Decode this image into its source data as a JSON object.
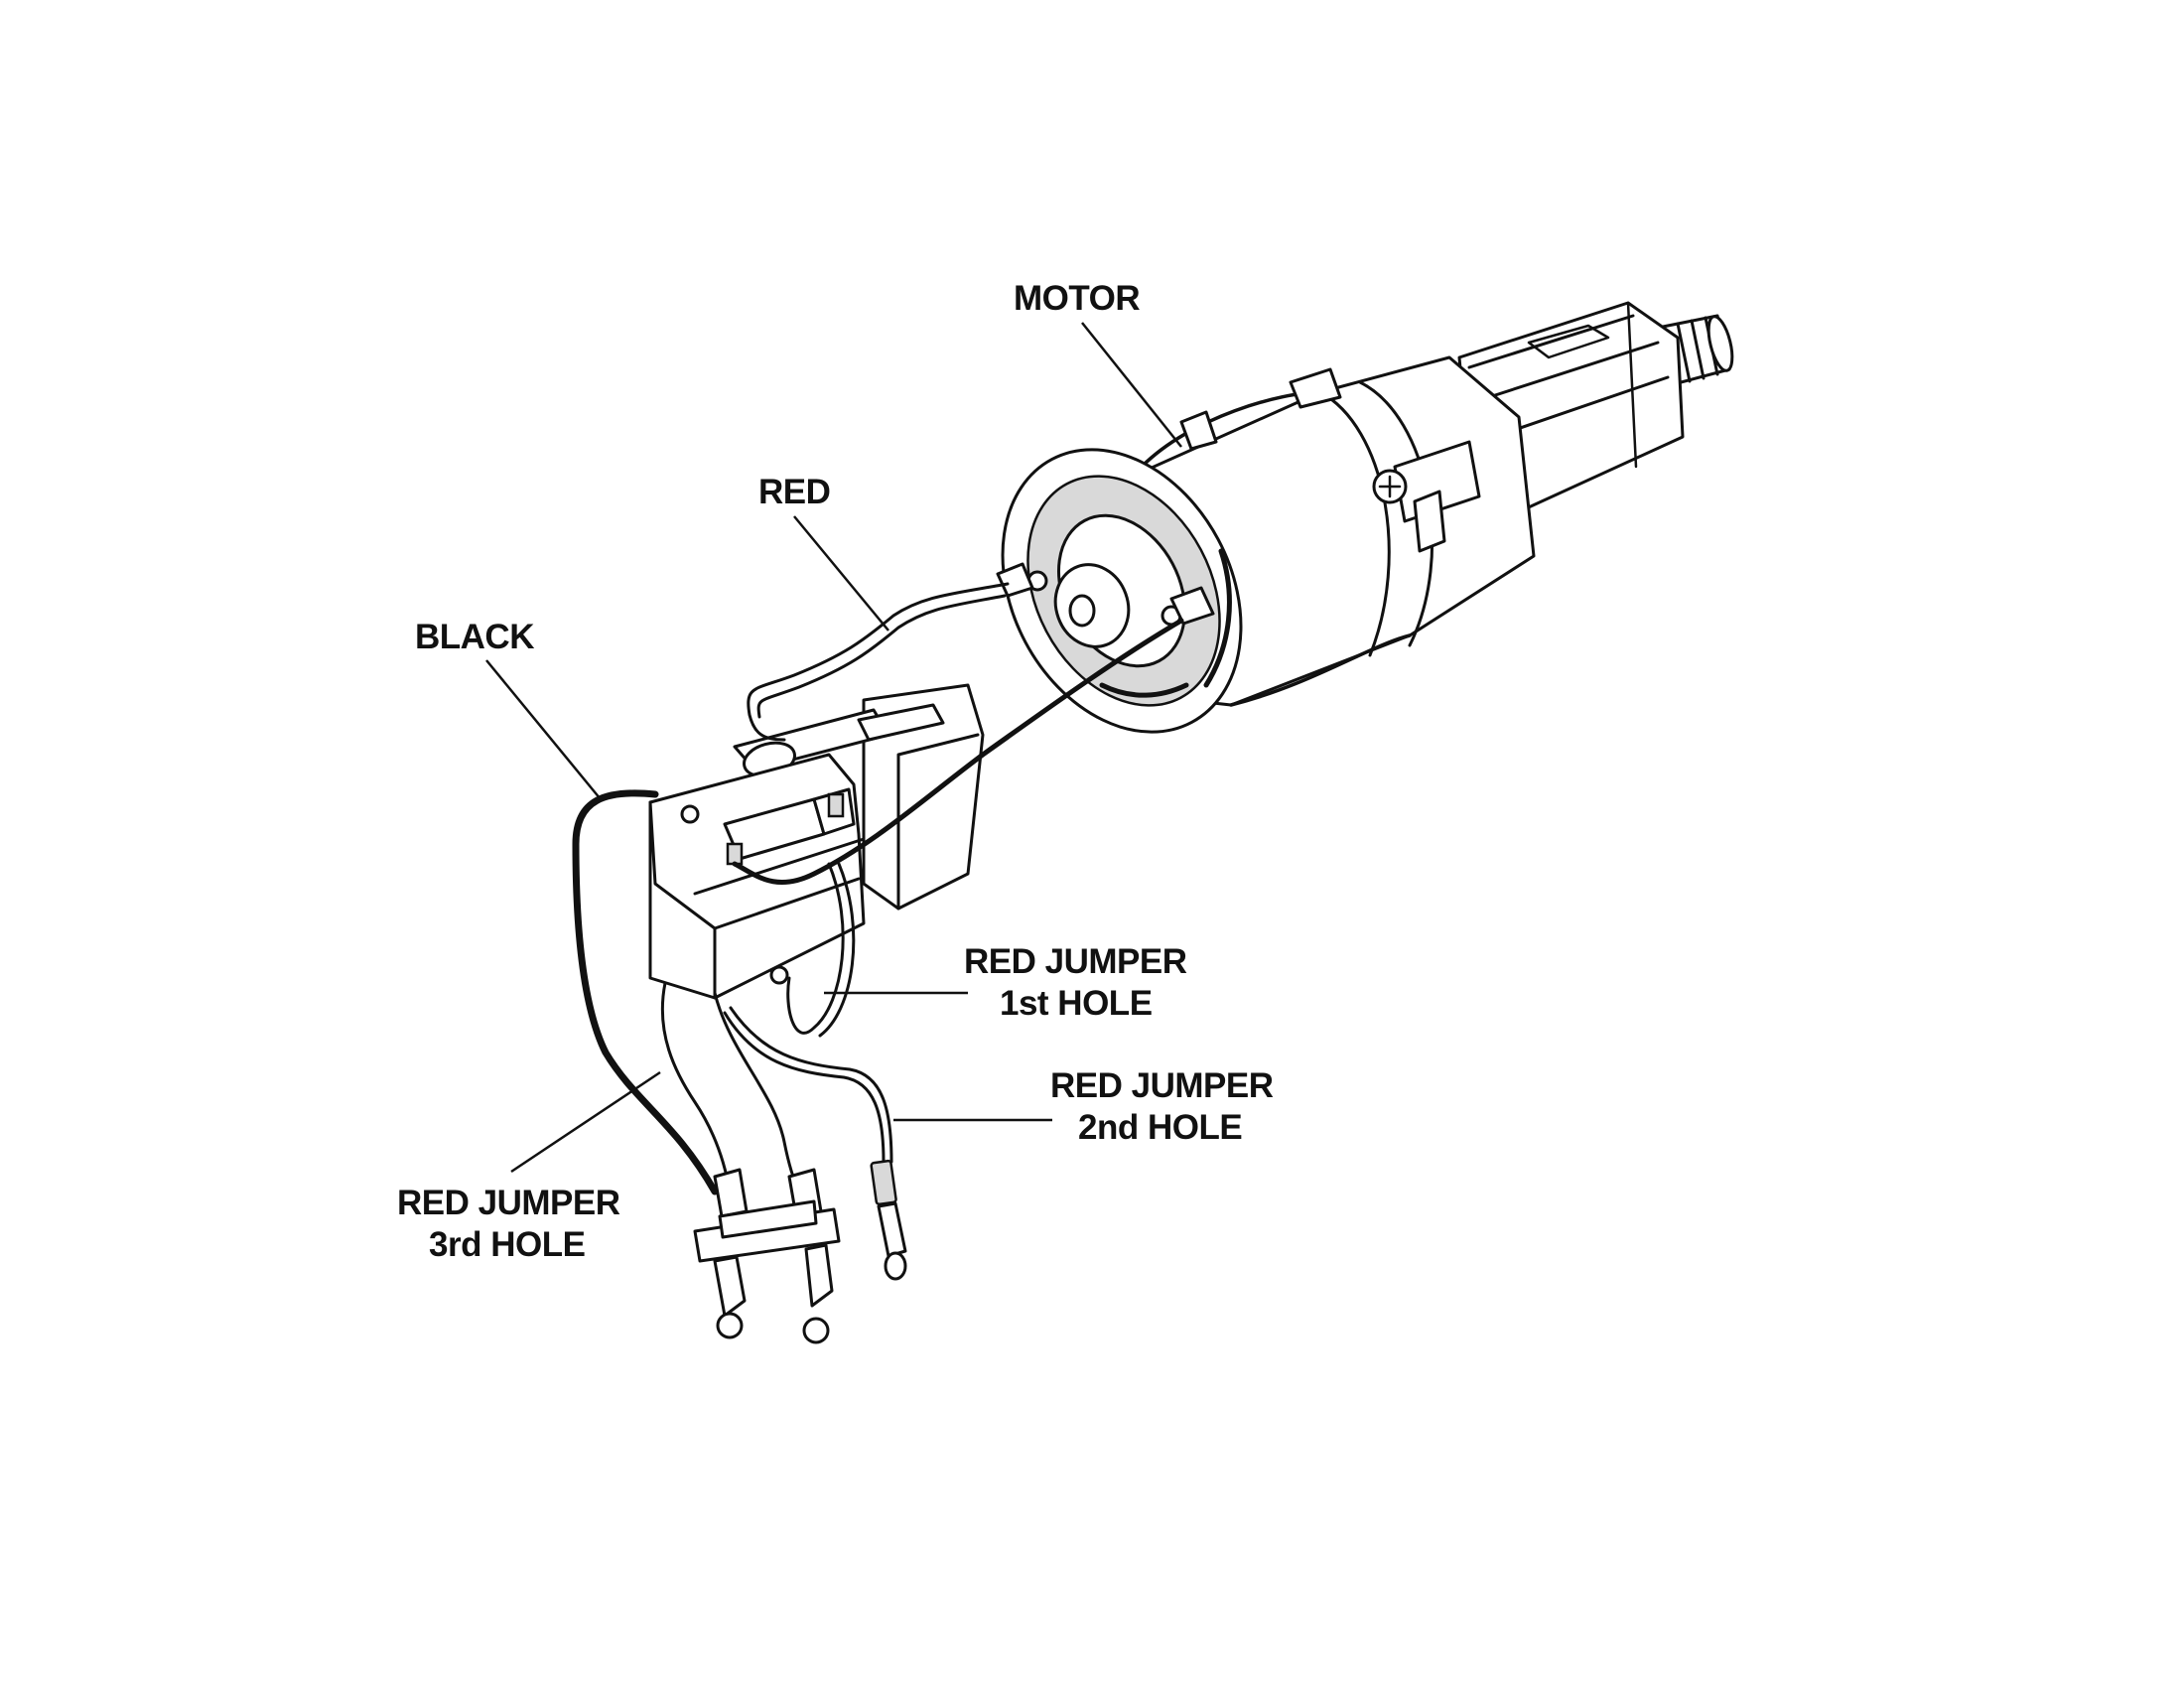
{
  "labels": {
    "motor": "MOTOR",
    "red": "RED",
    "black": "BLACK",
    "jumper1_line1": "RED JUMPER",
    "jumper1_line2": "1st HOLE",
    "jumper2_line1": "RED JUMPER",
    "jumper2_line2": "2nd HOLE",
    "jumper3_line1": "RED JUMPER",
    "jumper3_line2": "3rd HOLE"
  },
  "colors": {
    "ink": "#111111",
    "background": "#ffffff"
  }
}
